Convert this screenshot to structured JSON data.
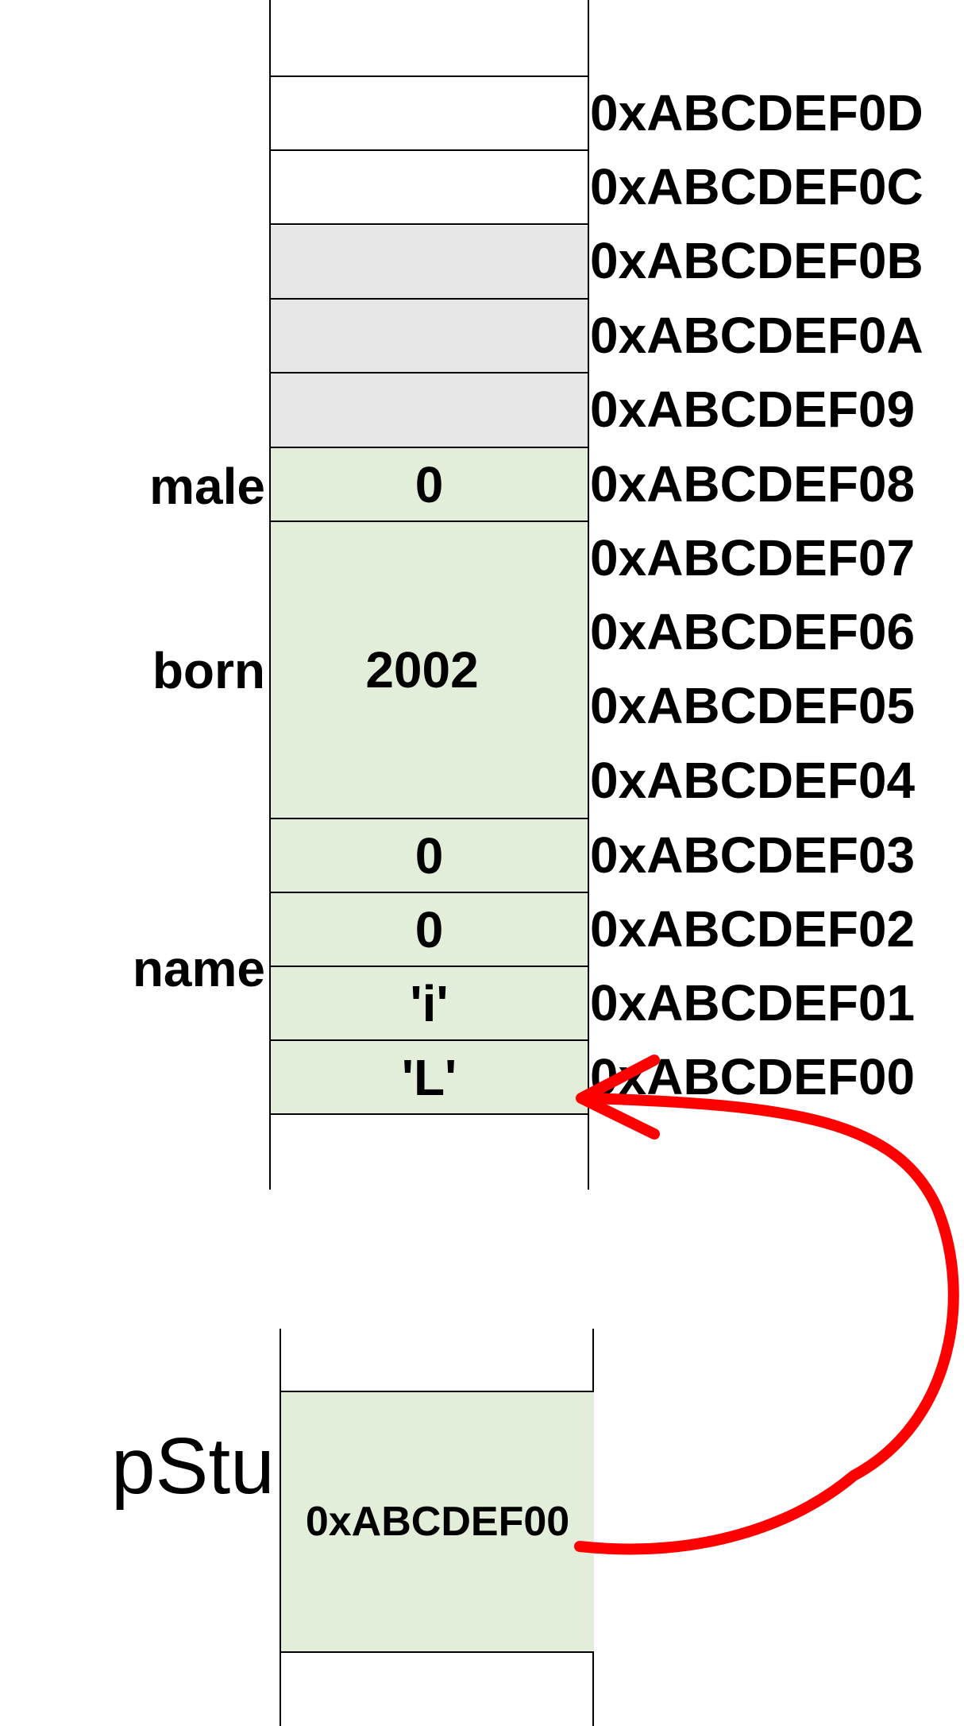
{
  "memory": {
    "addresses": [
      "0xABCDEF0D",
      "0xABCDEF0C",
      "0xABCDEF0B",
      "0xABCDEF0A",
      "0xABCDEF09",
      "0xABCDEF08",
      "0xABCDEF07",
      "0xABCDEF06",
      "0xABCDEF05",
      "0xABCDEF04",
      "0xABCDEF03",
      "0xABCDEF02",
      "0xABCDEF01",
      "0xABCDEF00"
    ],
    "cells": {
      "male_value": "0",
      "born_value": "2002",
      "name_byte3": "0",
      "name_byte2": "0",
      "name_byte1": "'i'",
      "name_byte0": "'L'"
    },
    "labels": {
      "male": "male",
      "born": "born",
      "name": "name"
    }
  },
  "pointer": {
    "label": "pStu",
    "value": "0xABCDEF00"
  },
  "colors": {
    "used_cell": "#e2eed9",
    "padding_cell": "#e6e6e6",
    "arrow": "#ff0000"
  }
}
